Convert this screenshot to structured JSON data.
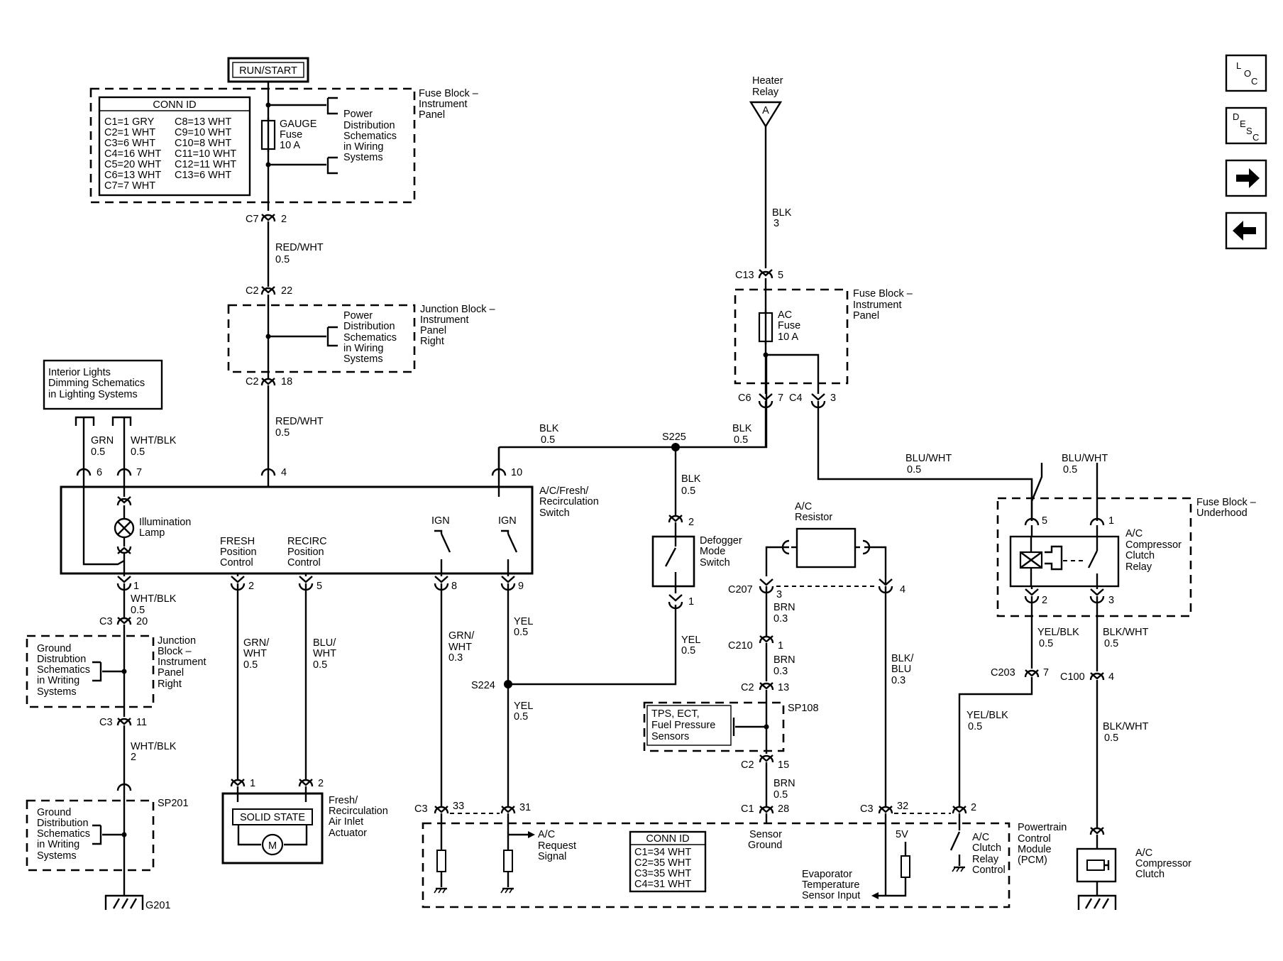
{
  "navigation": {
    "loc": [
      "L",
      "O",
      "C"
    ],
    "desc": [
      "D",
      "E",
      "S",
      "C"
    ],
    "next_icon": "right-arrow-icon",
    "prev_icon": "left-arrow-icon"
  },
  "diagram": {
    "run_start": "RUN/START",
    "conn_id_title": "CONN ID",
    "conn_id_left": [
      "C1=1 GRY",
      "C2=1 WHT",
      "C3=6 WHT",
      "C4=16 WHT",
      "C5=20 WHT",
      "C6=13 WHT",
      "C7=7 WHT"
    ],
    "conn_id_right": [
      "C8=13 WHT",
      "C9=10 WHT",
      "C10=8 WHT",
      "C11=10 WHT",
      "C12=11 WHT",
      "C13=6 WHT"
    ],
    "fuse_block_ip": [
      "Fuse Block –",
      "Instrument",
      "Panel"
    ],
    "gauge_fuse": [
      "GAUGE",
      "Fuse",
      "10 A"
    ],
    "power_dist": [
      "Power",
      "Distribution",
      "Schematics",
      "in Wiring",
      "Systems"
    ],
    "jb_ip_right": [
      "Junction Block –",
      "Instrument",
      "Panel",
      "Right"
    ],
    "interior_lights": [
      "Interior Lights",
      "Dimming Schematics",
      "in Lighting Systems"
    ],
    "heater_relay": [
      "Heater",
      "Relay"
    ],
    "heater_relay_pin": "A",
    "ac_fuse": [
      "AC",
      "Fuse",
      "10 A"
    ],
    "fuse_block_ip2": [
      "Fuse Block –",
      "Instrument",
      "Panel"
    ],
    "switch_label": [
      "A/C/Fresh/",
      "Recirculation",
      "Switch"
    ],
    "illumination": [
      "Illumination",
      "Lamp"
    ],
    "fresh_ctrl": [
      "FRESH",
      "Position",
      "Control"
    ],
    "recirc_ctrl": [
      "RECIRC",
      "Position",
      "Control"
    ],
    "ign": "IGN",
    "defogger": [
      "Defogger",
      "Mode",
      "Switch"
    ],
    "ac_resistor": [
      "A/C",
      "Resistor"
    ],
    "fuse_block_uh": [
      "Fuse Block –",
      "Underhood"
    ],
    "clutch_relay": [
      "A/C",
      "Compressor",
      "Clutch",
      "Relay"
    ],
    "jb_ip_right2": [
      "Junction",
      "Block –",
      "Instrument",
      "Panel",
      "Right"
    ],
    "ground_dist": [
      "Ground",
      "Distrubtion",
      "Schematics",
      "in Writing",
      "Systems"
    ],
    "ground_dist2": [
      "Ground",
      "Distribution",
      "Schematics",
      "in Writing",
      "Systems"
    ],
    "solid_state": "SOLID STATE",
    "motor": "M",
    "actuator": [
      "Fresh/",
      "Recirculation",
      "Air Inlet",
      "Actuator"
    ],
    "sensors_box": [
      "TPS, ECT,",
      "Fuel Pressure",
      "Sensors"
    ],
    "pcm_conn_title": "CONN ID",
    "pcm_conn": [
      "C1=34 WHT",
      "C2=35 WHT",
      "C3=35 WHT",
      "C4=31 WHT"
    ],
    "ac_request": [
      "A/C",
      "Request",
      "Signal"
    ],
    "sensor_ground": [
      "Sensor",
      "Ground"
    ],
    "five_v": "5V",
    "evap_sensor": [
      "Evaporator",
      "Temperature",
      "Sensor Input"
    ],
    "clutch_relay_ctrl": [
      "A/C",
      "Clutch",
      "Relay",
      "Control"
    ],
    "pcm": [
      "Powertrain",
      "Control",
      "Module",
      "(PCM)"
    ],
    "ac_clutch": [
      "A/C",
      "Compressor",
      "Clutch"
    ],
    "g201": "G201",
    "conn": {
      "c7": "C7",
      "c7p": "2",
      "c2a": "C2",
      "c2ap": "22",
      "c2b": "C2",
      "c2bp": "18",
      "c13": "C13",
      "c13p": "5",
      "c6": "C6",
      "c6p": "7",
      "c4": "C4",
      "c4p": "3",
      "p6": "6",
      "p7": "7",
      "p4": "4",
      "p10": "10",
      "p1": "1",
      "p2": "2",
      "p5": "5",
      "p8": "8",
      "p9": "9",
      "c3a": "C3",
      "c3ap": "20",
      "c3b": "C3",
      "c3bp": "11",
      "act1": "1",
      "act2": "2",
      "def2": "2",
      "def1": "1",
      "c207": "C207",
      "c207p": "3",
      "res4": "4",
      "c210": "C210",
      "c210p": "1",
      "c2c": "C2",
      "c2cp": "13",
      "c2d": "C2",
      "c2dp": "15",
      "c1": "C1",
      "c1p": "28",
      "c3c": "C3",
      "c3cp": "33",
      "p31": "31",
      "c3d": "C3",
      "c3dp": "32",
      "pcm2": "2",
      "r5": "5",
      "r1": "1",
      "r2": "2",
      "r3": "3",
      "c203": "C203",
      "c203p": "7",
      "c100": "C100",
      "c100p": "4",
      "s225": "S225",
      "s224": "S224",
      "sp108": "SP108",
      "sp201": "SP201"
    },
    "wires": {
      "red_wht1": [
        "RED/WHT",
        "0.5"
      ],
      "red_wht2": [
        "RED/WHT",
        "0.5"
      ],
      "blk3": [
        "BLK",
        "3"
      ],
      "grn05": [
        "GRN",
        "0.5"
      ],
      "wht_blk05": [
        "WHT/BLK",
        "0.5"
      ],
      "blk_l": [
        "BLK",
        "0.5"
      ],
      "blk_r": [
        "BLK",
        "0.5"
      ],
      "blk_def": [
        "BLK",
        "0.5"
      ],
      "blu_wht1": [
        "BLU/WHT",
        "0.5"
      ],
      "blu_wht2": [
        "BLU/WHT",
        "0.5"
      ],
      "wht_blk2": [
        "WHT/BLK",
        "0.5"
      ],
      "grn_wht05": [
        "GRN/",
        "WHT",
        "0.5"
      ],
      "blu_wht05": [
        "BLU/",
        "WHT",
        "0.5"
      ],
      "grn_wht03": [
        "GRN/",
        "WHT",
        "0.3"
      ],
      "yel1": [
        "YEL",
        "0.5"
      ],
      "yel_def": [
        "YEL",
        "0.5"
      ],
      "yel2": [
        "YEL",
        "0.5"
      ],
      "wht_blk_2": [
        "WHT/BLK",
        "2"
      ],
      "brn1": [
        "BRN",
        "0.3"
      ],
      "brn2": [
        "BRN",
        "0.3"
      ],
      "brn3": [
        "BRN",
        "0.5"
      ],
      "blk_blu": [
        "BLK/",
        "BLU",
        "0.3"
      ],
      "yel_blk1": [
        "YEL/BLK",
        "0.5"
      ],
      "yel_blk2": [
        "YEL/BLK",
        "0.5"
      ],
      "blk_wht1": [
        "BLK/WHT",
        "0.5"
      ],
      "blk_wht2": [
        "BLK/WHT",
        "0.5"
      ]
    }
  }
}
